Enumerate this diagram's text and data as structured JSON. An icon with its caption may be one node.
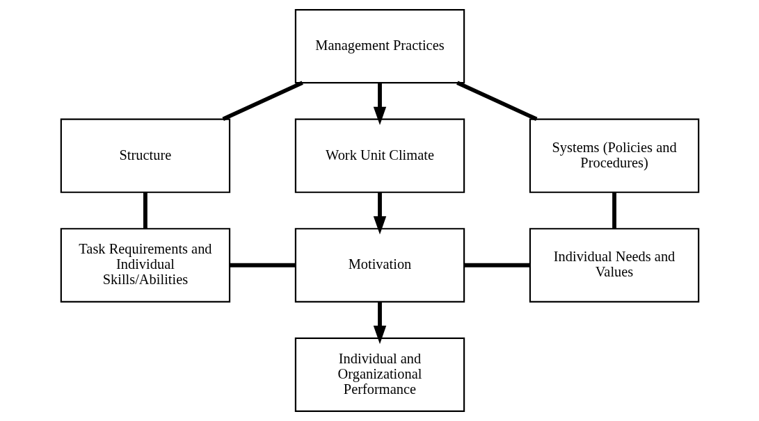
{
  "diagram": {
    "nodes": [
      {
        "text": [
          "Management Practices"
        ]
      },
      {
        "text": [
          "Structure"
        ]
      },
      {
        "text": [
          "Work Unit Climate"
        ]
      },
      {
        "text": [
          "Systems (Policies and Procedures)"
        ]
      },
      {
        "text": [
          "Task Requirements and Individual Skills/Abilities"
        ]
      },
      {
        "text": [
          "Motivation"
        ]
      },
      {
        "text": [
          "Individual Needs and Values"
        ]
      },
      {
        "text": [
          "Individual and Organizational Performance"
        ]
      }
    ],
    "edges": [
      {
        "from": 0,
        "to": 1,
        "arrow": "none"
      },
      {
        "from": 0,
        "to": 2,
        "arrow": "to"
      },
      {
        "from": 0,
        "to": 3,
        "arrow": "none"
      },
      {
        "from": 1,
        "to": 4,
        "arrow": "none"
      },
      {
        "from": 2,
        "to": 5,
        "arrow": "to"
      },
      {
        "from": 3,
        "to": 6,
        "arrow": "none"
      },
      {
        "from": 4,
        "to": 5,
        "arrow": "none"
      },
      {
        "from": 5,
        "to": 6,
        "arrow": "none"
      },
      {
        "from": 5,
        "to": 7,
        "arrow": "to"
      }
    ]
  }
}
